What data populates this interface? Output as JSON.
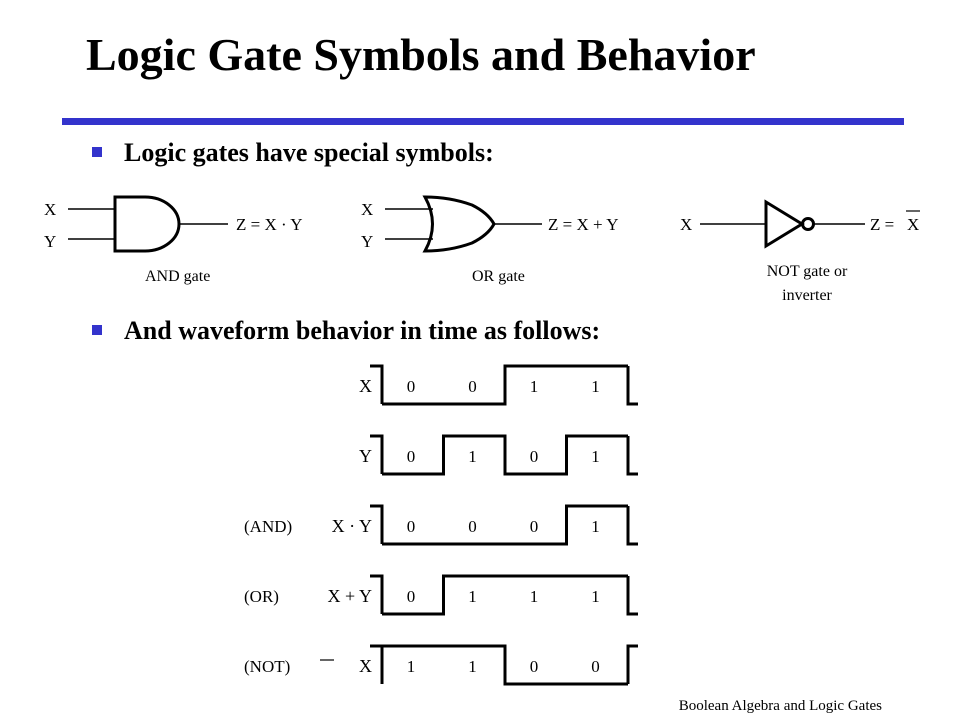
{
  "title": "Logic Gate Symbols and Behavior",
  "bullets": [
    "Logic gates have special symbols:",
    "And waveform behavior in time as follows:"
  ],
  "gates": {
    "and": {
      "in1": "X",
      "in2": "Y",
      "output": "Z = X · Y",
      "label": "AND gate"
    },
    "or": {
      "in1": "X",
      "in2": "Y",
      "output": "Z = X + Y",
      "label": "OR gate"
    },
    "not": {
      "in1": "X",
      "output_prefix": "Z = ",
      "output_var": "X",
      "label_line1": "NOT gate or",
      "label_line2": "inverter"
    }
  },
  "waveforms": [
    {
      "tag": "",
      "signal": "X",
      "bits": [
        0,
        0,
        1,
        1
      ]
    },
    {
      "tag": "",
      "signal": "Y",
      "bits": [
        0,
        1,
        0,
        1
      ]
    },
    {
      "tag": "(AND)",
      "signal": "X · Y",
      "bits": [
        0,
        0,
        0,
        1
      ]
    },
    {
      "tag": "(OR)",
      "signal": "X + Y",
      "bits": [
        0,
        1,
        1,
        1
      ]
    },
    {
      "tag": "(NOT)",
      "signal": "X",
      "bits": [
        1,
        1,
        0,
        0
      ]
    }
  ],
  "footer": "Boolean Algebra and Logic Gates"
}
